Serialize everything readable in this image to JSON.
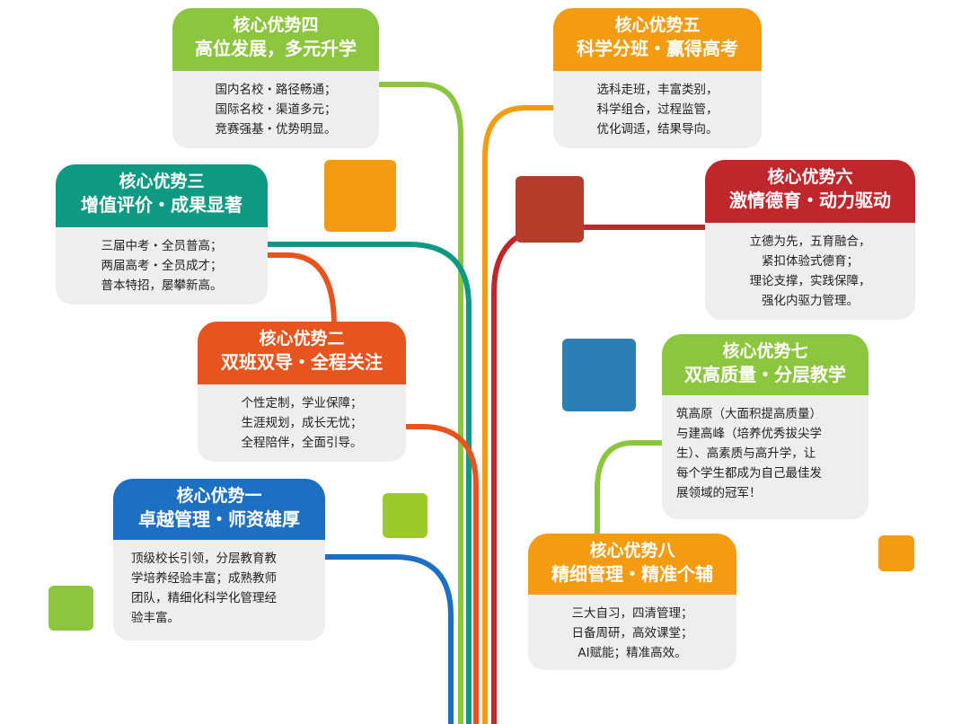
{
  "colors": {
    "green": "#8cc63f",
    "orange": "#f39c12",
    "teal": "#0e9a82",
    "red": "#c0272d",
    "orange_red": "#e8541e",
    "blue": "#1d6fc2"
  },
  "cards": {
    "a1": {
      "title": "核心优势一",
      "subtitle": "卓越管理・师资雄厚",
      "lines": [
        "顶级校长引领，分层教育教",
        "学培养经验丰富；成熟教师",
        "团队，精细化科学化管理经",
        "验丰富。"
      ]
    },
    "a2": {
      "title": "核心优势二",
      "subtitle": "双班双导・全程关注",
      "lines": [
        "个性定制，学业保障；",
        "生涯规划，成长无忧；",
        "全程陪伴，全面引导。"
      ]
    },
    "a3": {
      "title": "核心优势三",
      "subtitle": "增值评价・成果显著",
      "lines": [
        "三届中考・全员普高；",
        "两届高考・全员成才；",
        "普本特招，屡攀新高。"
      ]
    },
    "a4": {
      "title": "核心优势四",
      "subtitle": "高位发展，多元升学",
      "lines": [
        "国内名校・路径畅通；",
        "国际名校・渠道多元；",
        "竞赛强基・优势明显。"
      ]
    },
    "a5": {
      "title": "核心优势五",
      "subtitle": "科学分班・赢得高考",
      "lines": [
        "选科走班，丰富类别，",
        "科学组合，过程监管，",
        "优化调适，结果导向。"
      ]
    },
    "a6": {
      "title": "核心优势六",
      "subtitle": "激情德育・动力驱动",
      "lines": [
        "立德为先，五育融合，",
        "紧扣体验式德育；",
        "理论支撑，实践保障，",
        "强化内驱力管理。"
      ]
    },
    "a7": {
      "title": "核心优势七",
      "subtitle": "双高质量・分层教学",
      "lines": [
        "筑高原（大面积提高质量）",
        "与建高峰（培养优秀拔尖学",
        "生）、高素质与高升学，让",
        "每个学生都成为自己最佳发",
        "展领域的冠军！"
      ]
    },
    "a8": {
      "title": "核心优势八",
      "subtitle": "精细管理・精准个辅",
      "lines": [
        "三大自习，四清管理；",
        "日备周研，高效课堂；",
        "AI赋能；精准高效。"
      ]
    }
  }
}
